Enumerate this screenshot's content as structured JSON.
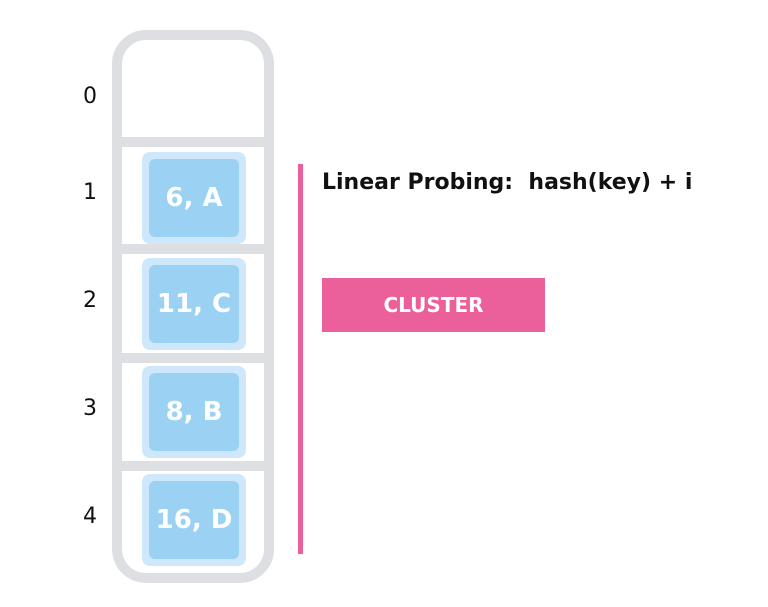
{
  "hash_table": {
    "slots": [
      {
        "index": "0",
        "entry": ""
      },
      {
        "index": "1",
        "entry": "6, A"
      },
      {
        "index": "2",
        "entry": "11, C"
      },
      {
        "index": "3",
        "entry": "8, B"
      },
      {
        "index": "4",
        "entry": "16, D"
      }
    ]
  },
  "formula": "Linear Probing:  hash(key) + i",
  "cluster_label": "CLUSTER",
  "colors": {
    "table_outline": "#dddfe3",
    "cell_outer": "#cfe7fb",
    "cell_inner": "#9bd2f4",
    "accent": "#eb5f9a"
  }
}
